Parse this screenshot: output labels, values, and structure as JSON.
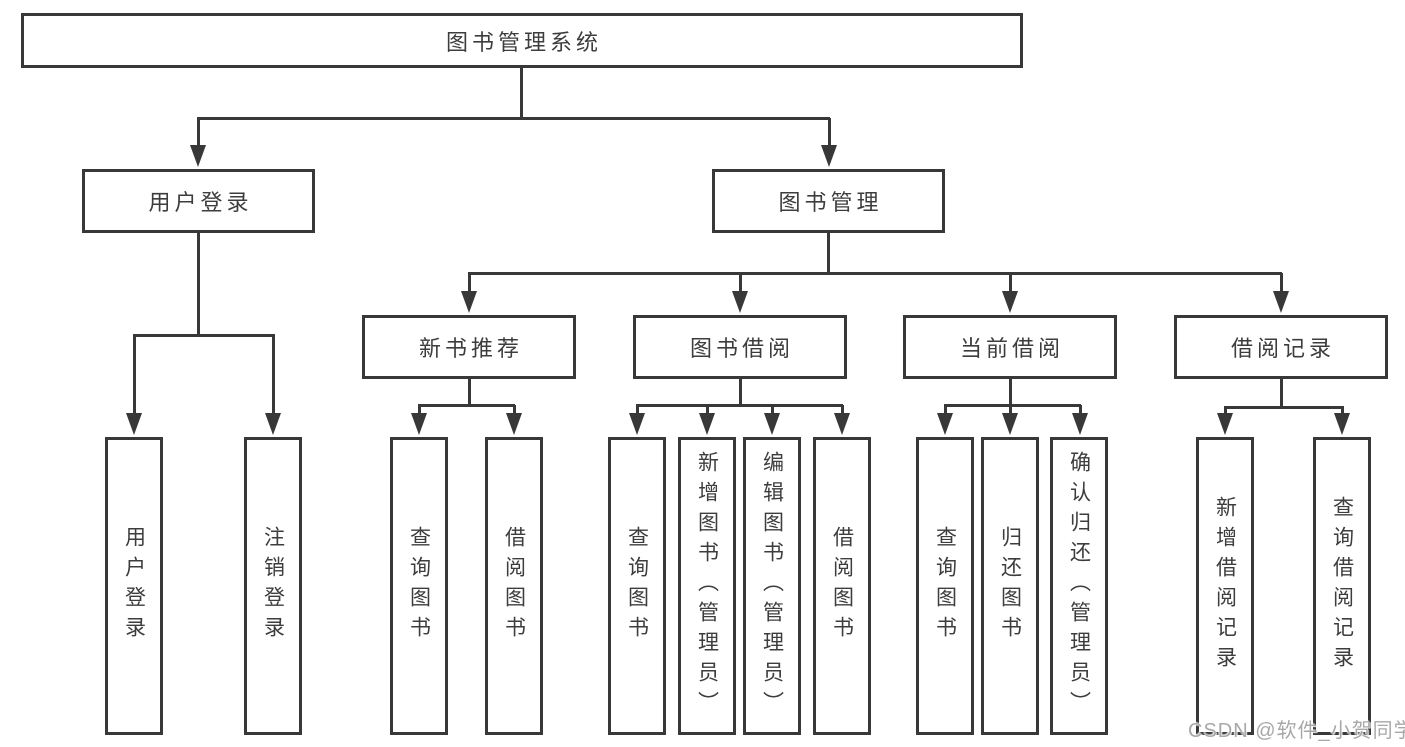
{
  "diagram": {
    "root": "图书管理系统",
    "level2": [
      "用户登录",
      "图书管理"
    ],
    "level3": [
      "新书推荐",
      "图书借阅",
      "当前借阅",
      "借阅记录"
    ],
    "leaves": {
      "login": [
        "用户登录",
        "注销登录"
      ],
      "recommend": [
        "查询图书",
        "借阅图书"
      ],
      "borrow": [
        "查询图书",
        "新增图书（管理员）",
        "编辑图书（管理员）",
        "借阅图书"
      ],
      "current": [
        "查询图书",
        "归还图书",
        "确认归还（管理员）"
      ],
      "records": [
        "新增借阅记录",
        "查询借阅记录"
      ]
    }
  },
  "watermark": "CSDN @软件_小贺同学",
  "colors": {
    "line": "#383838",
    "text": "#3d3d3d",
    "watermark_text": "#a8a8a8",
    "background": "#ffffff"
  }
}
